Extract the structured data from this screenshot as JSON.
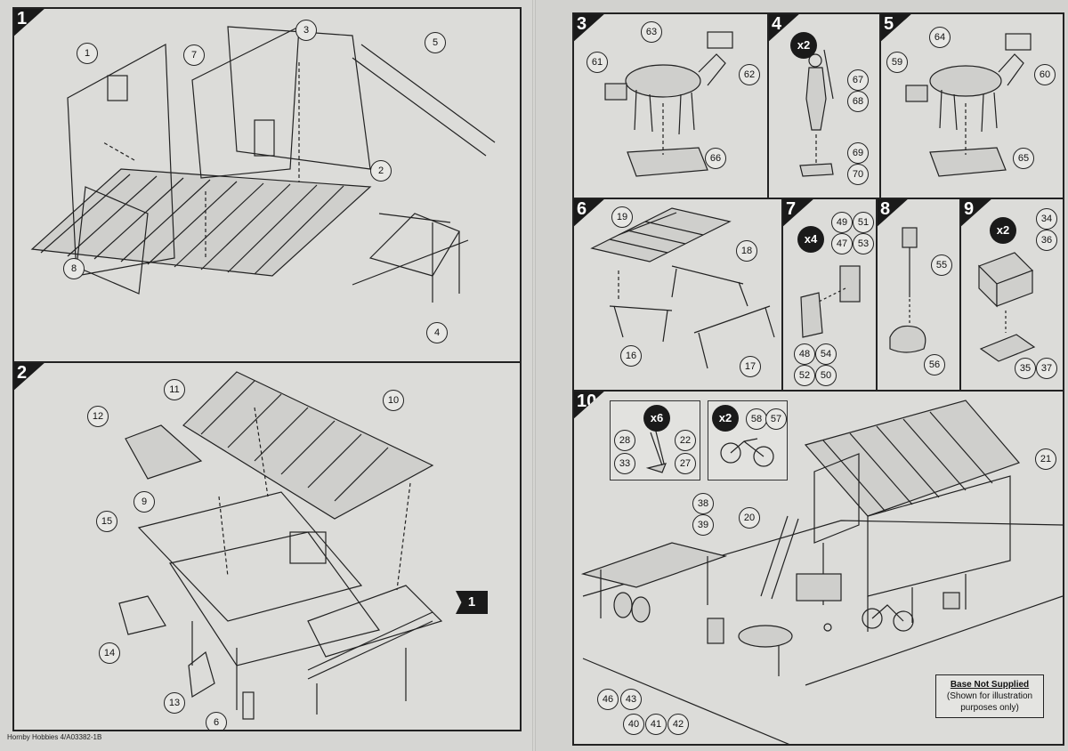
{
  "footer": "Hornby Hobbies 4/A03382-1B",
  "note": {
    "title": "Base Not Supplied",
    "body": "(Shown for illustration purposes only)"
  },
  "steps": {
    "s1": {
      "num": "1",
      "callouts": [
        "1",
        "3",
        "5",
        "7",
        "2",
        "8",
        "4"
      ]
    },
    "s2": {
      "num": "2",
      "callouts": [
        "11",
        "10",
        "12",
        "9",
        "15",
        "14",
        "13",
        "6"
      ],
      "ref": "1"
    },
    "s3": {
      "num": "3",
      "callouts": [
        "63",
        "61",
        "62",
        "66"
      ]
    },
    "s4": {
      "num": "4",
      "mult": "x2",
      "callouts": [
        "67",
        "68",
        "69",
        "70"
      ]
    },
    "s5": {
      "num": "5",
      "callouts": [
        "64",
        "59",
        "60",
        "65"
      ]
    },
    "s6": {
      "num": "6",
      "callouts": [
        "19",
        "18",
        "16",
        "17"
      ]
    },
    "s7": {
      "num": "7",
      "mult": "x4",
      "callouts": [
        "49",
        "51",
        "47",
        "53",
        "48",
        "54",
        "52",
        "50"
      ]
    },
    "s8": {
      "num": "8",
      "callouts": [
        "55",
        "56"
      ]
    },
    "s9": {
      "num": "9",
      "mult": "x2",
      "callouts": [
        "34",
        "36",
        "35",
        "37"
      ]
    },
    "s10": {
      "num": "10",
      "mult_a": "x6",
      "mult_b": "x2",
      "callouts": [
        "28",
        "22",
        "33",
        "27",
        "58",
        "57",
        "38",
        "39",
        "20",
        "21",
        "46",
        "43",
        "40",
        "41",
        "42"
      ]
    }
  }
}
